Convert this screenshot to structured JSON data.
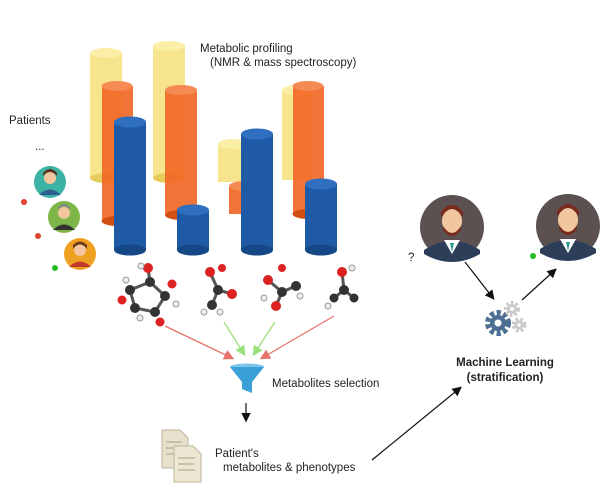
{
  "labels": {
    "profiling_line1": "Metabolic profiling",
    "profiling_line2": "(NMR & mass spectroscopy)",
    "patients": "Patients",
    "patients_ellipsis": "...",
    "selection": "Metabolites selection",
    "patient_data_line1": "Patient's",
    "patient_data_line2": "metabolites & phenotypes",
    "ml_line1": "Machine Learning",
    "ml_line2": "(stratification)",
    "question_mark": "?"
  },
  "colors": {
    "yellow": "#f6e07a",
    "orange": "#f26522",
    "blue": "#1f5aa6",
    "arrow_red": "#e8736a",
    "arrow_green": "#9be07a",
    "funnel": "#3aa0d8",
    "gear": "#4d6f93",
    "gear_light": "#c9c9c9",
    "dot_red": "#e0442c",
    "dot_green": "#22bb22"
  },
  "icons": [
    "patient-avatar-icon",
    "molecule-icon",
    "funnel-icon",
    "document-icon",
    "gear-icon",
    "doctor-avatar-icon"
  ]
}
